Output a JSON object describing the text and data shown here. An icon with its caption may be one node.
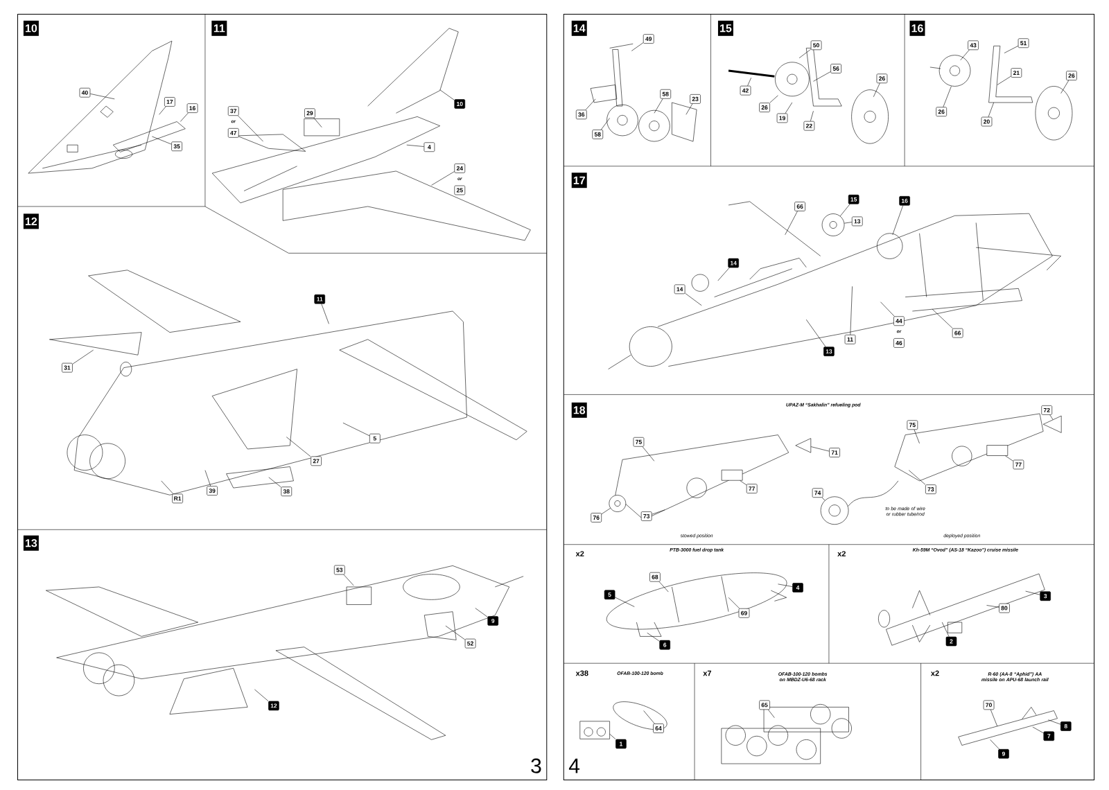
{
  "diagram": {
    "nodes": [
      {
        "text": [
          "40"
        ]
      },
      {
        "text": [
          "17"
        ]
      },
      {
        "text": [
          "16"
        ]
      },
      {
        "text": [
          "35"
        ]
      },
      {
        "text": [
          "29"
        ]
      },
      {
        "text": [
          "37"
        ]
      },
      {
        "text": [
          "47"
        ]
      },
      {
        "text": [
          "10"
        ]
      },
      {
        "text": [
          "4"
        ]
      },
      {
        "text": [
          "24"
        ]
      },
      {
        "text": [
          "25"
        ]
      },
      {
        "text": [
          "11"
        ]
      },
      {
        "text": [
          "31"
        ]
      },
      {
        "text": [
          "5"
        ]
      },
      {
        "text": [
          "27"
        ]
      },
      {
        "text": [
          "38"
        ]
      },
      {
        "text": [
          "39"
        ]
      },
      {
        "text": [
          "R1"
        ]
      },
      {
        "text": [
          "53"
        ]
      },
      {
        "text": [
          "9"
        ]
      },
      {
        "text": [
          "52"
        ]
      },
      {
        "text": [
          "12"
        ]
      },
      {
        "text": [
          "49"
        ]
      },
      {
        "text": [
          "36"
        ]
      },
      {
        "text": [
          "58"
        ]
      },
      {
        "text": [
          "23"
        ]
      },
      {
        "text": [
          "58"
        ]
      },
      {
        "text": [
          "50"
        ]
      },
      {
        "text": [
          "56"
        ]
      },
      {
        "text": [
          "26"
        ]
      },
      {
        "text": [
          "42"
        ]
      },
      {
        "text": [
          "26"
        ]
      },
      {
        "text": [
          "19"
        ]
      },
      {
        "text": [
          "22"
        ]
      },
      {
        "text": [
          "43"
        ]
      },
      {
        "text": [
          "51"
        ]
      },
      {
        "text": [
          "21"
        ]
      },
      {
        "text": [
          "26"
        ]
      },
      {
        "text": [
          "26"
        ]
      },
      {
        "text": [
          "20"
        ]
      },
      {
        "text": [
          "66"
        ]
      },
      {
        "text": [
          "15"
        ]
      },
      {
        "text": [
          "13"
        ]
      },
      {
        "text": [
          "16"
        ]
      },
      {
        "text": [
          "14"
        ]
      },
      {
        "text": [
          "14"
        ]
      },
      {
        "text": [
          "11"
        ]
      },
      {
        "text": [
          "44"
        ]
      },
      {
        "text": [
          "46"
        ]
      },
      {
        "text": [
          "66"
        ]
      },
      {
        "text": [
          "13"
        ]
      },
      {
        "text": [
          "75"
        ]
      },
      {
        "text": [
          "71"
        ]
      },
      {
        "text": [
          "77"
        ]
      },
      {
        "text": [
          "76"
        ]
      },
      {
        "text": [
          "73"
        ]
      },
      {
        "text": [
          "72"
        ]
      },
      {
        "text": [
          "75"
        ]
      },
      {
        "text": [
          "77"
        ]
      },
      {
        "text": [
          "74"
        ]
      },
      {
        "text": [
          "73"
        ]
      },
      {
        "text": [
          "68"
        ]
      },
      {
        "text": [
          "5"
        ]
      },
      {
        "text": [
          "4"
        ]
      },
      {
        "text": [
          "69"
        ]
      },
      {
        "text": [
          "6"
        ]
      },
      {
        "text": [
          "3"
        ]
      },
      {
        "text": [
          "80"
        ]
      },
      {
        "text": [
          "2"
        ]
      },
      {
        "text": [
          "64"
        ]
      },
      {
        "text": [
          "1"
        ]
      },
      {
        "text": [
          "65"
        ]
      },
      {
        "text": [
          "70"
        ]
      },
      {
        "text": [
          "8"
        ]
      },
      {
        "text": [
          "7"
        ]
      },
      {
        "text": [
          "9"
        ]
      },
      {
        "text": [],
        "shape": "cone"
      },
      {
        "text": [],
        "shape": "circle"
      },
      {
        "text": [],
        "shape": "circle"
      },
      {
        "text": [],
        "shape": "box"
      },
      {
        "text": [],
        "shape": "circle"
      },
      {
        "text": [],
        "shape": "cone"
      },
      {
        "text": [],
        "shape": "box"
      }
    ],
    "edges": [
      {
        "from": 0,
        "to": null,
        "arrow": "none"
      },
      {
        "from": 1,
        "to": null,
        "arrow": "none"
      },
      {
        "from": 2,
        "to": null,
        "arrow": "none"
      },
      {
        "from": 3,
        "to": null,
        "arrow": "none"
      },
      {
        "from": 4,
        "to": null,
        "arrow": "none"
      },
      {
        "from": 5,
        "to": null,
        "arrow": "none"
      },
      {
        "from": 7,
        "to": null,
        "arrow": "none"
      },
      {
        "from": 8,
        "to": null,
        "arrow": "none"
      },
      {
        "from": 9,
        "to": null,
        "arrow": "none"
      },
      {
        "from": 11,
        "to": null,
        "arrow": "none"
      },
      {
        "from": 12,
        "to": null,
        "arrow": "none"
      },
      {
        "from": 13,
        "to": null,
        "arrow": "none"
      },
      {
        "from": 14,
        "to": null,
        "arrow": "none"
      },
      {
        "from": 15,
        "to": null,
        "arrow": "none"
      },
      {
        "from": 16,
        "to": null,
        "arrow": "none"
      },
      {
        "from": 17,
        "to": null,
        "arrow": "none"
      },
      {
        "from": 18,
        "to": null,
        "arrow": "none"
      },
      {
        "from": 19,
        "to": null,
        "arrow": "none"
      },
      {
        "from": 20,
        "to": null,
        "arrow": "none"
      },
      {
        "from": 21,
        "to": null,
        "arrow": "none"
      },
      {
        "from": 22,
        "to": null,
        "arrow": "none"
      },
      {
        "from": 23,
        "to": null,
        "arrow": "none"
      },
      {
        "from": 24,
        "to": null,
        "arrow": "none"
      },
      {
        "from": 25,
        "to": null,
        "arrow": "none"
      },
      {
        "from": 26,
        "to": null,
        "arrow": "none"
      },
      {
        "from": 27,
        "to": null,
        "arrow": "none"
      },
      {
        "from": 28,
        "to": null,
        "arrow": "none"
      },
      {
        "from": 29,
        "to": null,
        "arrow": "none"
      },
      {
        "from": 30,
        "to": null,
        "arrow": "none"
      },
      {
        "from": 31,
        "to": null,
        "arrow": "none"
      },
      {
        "from": 32,
        "to": null,
        "arrow": "none"
      },
      {
        "from": 33,
        "to": null,
        "arrow": "none"
      },
      {
        "from": 34,
        "to": null,
        "arrow": "none"
      },
      {
        "from": 35,
        "to": null,
        "arrow": "none"
      },
      {
        "from": 36,
        "to": null,
        "arrow": "none"
      },
      {
        "from": 37,
        "to": null,
        "arrow": "none"
      },
      {
        "from": 38,
        "to": null,
        "arrow": "none"
      },
      {
        "from": 39,
        "to": null,
        "arrow": "none"
      },
      {
        "from": 40,
        "to": null,
        "arrow": "none"
      },
      {
        "from": 41,
        "to": 78,
        "arrow": "none"
      },
      {
        "from": 42,
        "to": 78,
        "arrow": "none"
      },
      {
        "from": 43,
        "to": null,
        "arrow": "none"
      },
      {
        "from": 44,
        "to": null,
        "arrow": "none"
      },
      {
        "from": 45,
        "to": null,
        "arrow": "none"
      },
      {
        "from": 46,
        "to": null,
        "arrow": "none"
      },
      {
        "from": 47,
        "to": null,
        "arrow": "none"
      },
      {
        "from": 49,
        "to": null,
        "arrow": "none"
      },
      {
        "from": 50,
        "to": null,
        "arrow": "none"
      },
      {
        "from": 51,
        "to": null,
        "arrow": "none"
      },
      {
        "from": 52,
        "to": 76,
        "arrow": "none"
      },
      {
        "from": 53,
        "to": 79,
        "arrow": "none"
      },
      {
        "from": 54,
        "to": 80,
        "arrow": "none"
      },
      {
        "from": 55,
        "to": null,
        "arrow": "none"
      },
      {
        "from": 56,
        "to": 81,
        "arrow": "none"
      },
      {
        "from": 57,
        "to": null,
        "arrow": "none"
      },
      {
        "from": 58,
        "to": 82,
        "arrow": "none"
      },
      {
        "from": 59,
        "to": 77,
        "arrow": "none"
      },
      {
        "from": 60,
        "to": null,
        "arrow": "none"
      },
      {
        "from": 61,
        "to": null,
        "arrow": "none"
      },
      {
        "from": 62,
        "to": null,
        "arrow": "none"
      },
      {
        "from": 63,
        "to": null,
        "arrow": "none"
      },
      {
        "from": 64,
        "to": null,
        "arrow": "none"
      },
      {
        "from": 65,
        "to": null,
        "arrow": "none"
      },
      {
        "from": 66,
        "to": null,
        "arrow": "none"
      },
      {
        "from": 67,
        "to": null,
        "arrow": "none"
      },
      {
        "from": 68,
        "to": null,
        "arrow": "none"
      },
      {
        "from": 69,
        "to": null,
        "arrow": "none"
      },
      {
        "from": 70,
        "to": null,
        "arrow": "none"
      },
      {
        "from": 71,
        "to": null,
        "arrow": "none"
      },
      {
        "from": 72,
        "to": null,
        "arrow": "none"
      },
      {
        "from": 73,
        "to": null,
        "arrow": "none"
      },
      {
        "from": 74,
        "to": null,
        "arrow": "none"
      },
      {
        "from": 75,
        "to": null,
        "arrow": "none"
      }
    ],
    "labels": [
      "10",
      "11",
      "or",
      "or",
      "12",
      "13",
      "3",
      "14",
      "15",
      "16",
      "17",
      "or",
      "18",
      "UPAZ-M “Sakhalin” refueling pod",
      "stowed position",
      "to be made of wire or rubber tube/rod",
      "deployed position",
      "x2",
      "PTB-3000 fuel drop tank",
      "x2",
      "Kh-59M “Ovod” (AS-18 “Kazoo”) cruise missile",
      "x38",
      "OFAB-100-120 bomb",
      "x7",
      "OFAB-100-120 bombs on MBDZ-U6-68 rack",
      "x2",
      "R-60 (AA-8 “Aphid”) AA missile on APU-68 launch rail",
      "4"
    ]
  }
}
